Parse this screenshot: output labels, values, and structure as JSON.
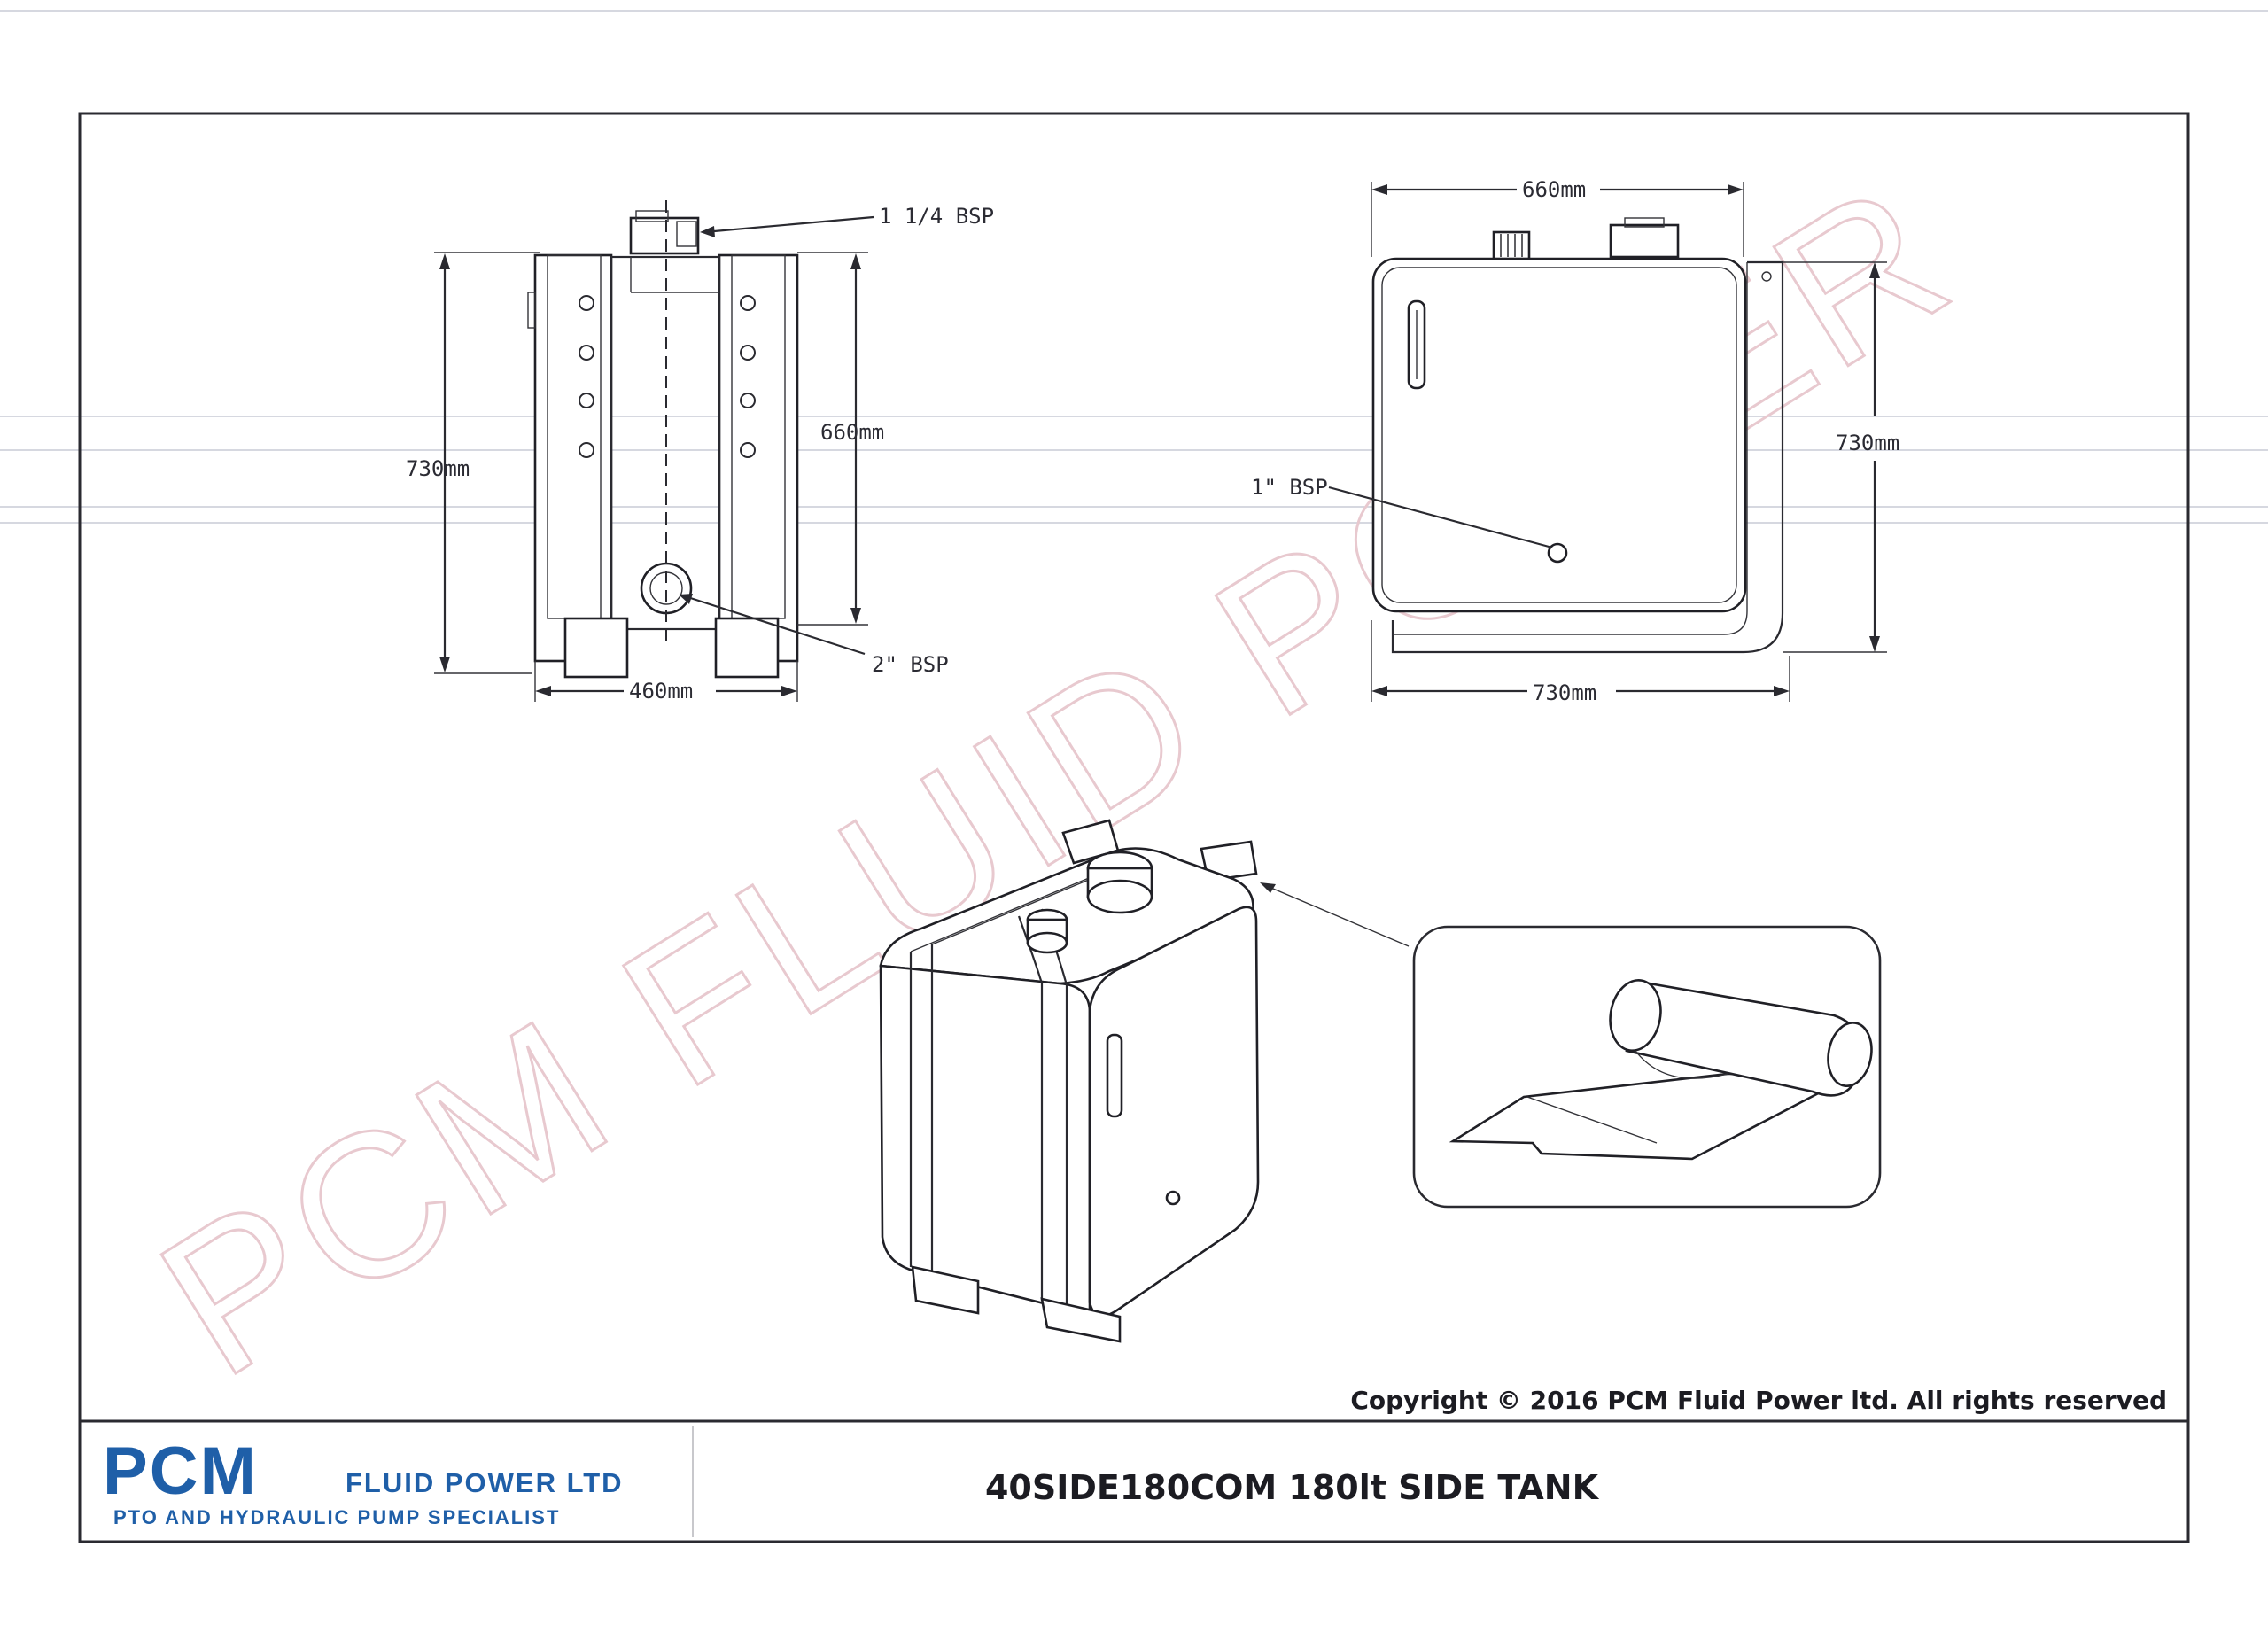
{
  "watermark": "PCM FLUID POWER",
  "side_view": {
    "top_port": "1 1/4 BSP",
    "overall_height": "730mm",
    "body_height": "660mm",
    "width": "460mm",
    "bottom_port": "2\" BSP"
  },
  "front_view": {
    "top_width": "660mm",
    "height": "730mm",
    "port": "1\" BSP",
    "bottom_width": "730mm"
  },
  "copyright": "Copyright © 2016 PCM Fluid Power ltd. All rights reserved",
  "logo": {
    "brand": "PCM",
    "company": "FLUID POWER LTD",
    "tagline": "PTO AND HYDRAULIC PUMP SPECIALIST"
  },
  "title": "40SIDE180COM 180lt SIDE TANK",
  "colors": {
    "logo": "#1f5fa8",
    "watermark": "#e8c9cf",
    "line": "#2a2a30"
  }
}
